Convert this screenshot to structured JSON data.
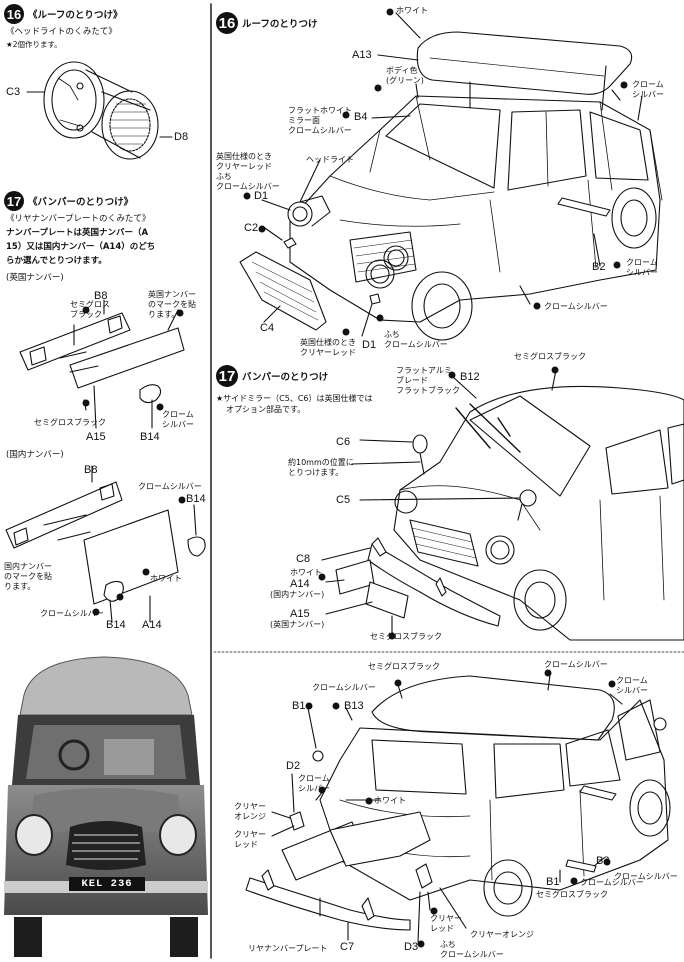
{
  "left_step16": {
    "number": "16",
    "title": "《ルーフのとりつけ》",
    "subtitle": "《ヘッドライトのくみたて》",
    "note": "★2個作ります。",
    "parts": {
      "c3": "C3",
      "d8": "D8"
    }
  },
  "left_step17": {
    "number": "17",
    "title": "《バンパーのとりつけ》",
    "subtitle": "《リヤナンバープレートのくみたて》",
    "note_lines": [
      "ナンバープレートは英国ナンバー（A",
      "15）又は国内ナンバー（A14）のどち",
      "らか選んでとりつけます。"
    ],
    "uk_heading": "(英国ナンバー)",
    "uk_labels": {
      "b8": "B8",
      "semigloss_black_top": "セミグロス\nブラック",
      "uk_mark": "英国ナンバー\nのマークを貼\nります。",
      "semigloss_black_bottom": "セミグロスブラック",
      "a15": "A15",
      "chrome_silver": "クローム\nシルバー",
      "b14": "B14"
    },
    "jp_heading": "(国内ナンバー)",
    "jp_labels": {
      "b8": "B8",
      "chrome_silver_top": "クロームシルバー",
      "b14_top": "B14",
      "jp_mark": "国内ナンバー\nのマークを貼\nります。",
      "white": "ホワイト",
      "chrome_silver_bottom": "クロームシルバー",
      "b14_bottom": "B14",
      "a14": "A14"
    }
  },
  "right_step16": {
    "number": "16",
    "title": "ルーフのとりつけ",
    "labels": {
      "white": "ホワイト",
      "a13": "A13",
      "body_color": "ボディ色\n(グリーン)",
      "chrome_silver_right": "クローム\nシルバー",
      "flat_white": "フラットホワイト\nミラー面\nクロームシルバー",
      "b4": "B4",
      "uk_spec": "英国仕様のとき\nクリヤーレッド\nふち\nクロームシルバー",
      "headlight": "ヘッドライト",
      "d1_top": "D1",
      "c2": "C2",
      "c4": "C4",
      "b2": "B2",
      "chrome_silver_b2": "クローム\nシルバー",
      "chrome_silver_bottom": "クロームシルバー",
      "uk_spec_clear_red": "英国仕様のとき\nクリヤーレッド",
      "d1_bottom": "D1",
      "rim_chrome": "ふち\nクロームシルバー"
    }
  },
  "right_step17": {
    "number": "17",
    "title": "バンパーのとりつけ",
    "note_lines": [
      "★サイドミラー（C5、C6）は英国仕様では",
      "オプション部品です。"
    ],
    "labels": {
      "semigloss_black_roof": "セミグロスブラック",
      "flat_aluminum": "フラットアルミ\nブレード\nフラットブラック",
      "b12": "B12",
      "c6": "C6",
      "approx_10mm": "約10mmの位置に\nとりつけます。",
      "c5": "C5",
      "c8": "C8",
      "white": "ホワイト",
      "a14": "A14",
      "jp_plate": "(国内ナンバー)",
      "a15": "A15",
      "uk_plate": "(英国ナンバー)",
      "semigloss_black_bottom": "セミグロスブラック"
    }
  },
  "rear_view": {
    "labels": {
      "semigloss_black_top": "セミグロスブラック",
      "chrome_silver_roof": "クロームシルバー",
      "chrome_silver_top_left": "クロームシルバー",
      "chrome_silver_right": "クローム\nシルバー",
      "b1_top": "B1",
      "b13": "B13",
      "d2": "D2",
      "chrome_silver_d2": "クローム\nシルバー",
      "white": "ホワイト",
      "clear_orange": "クリヤー\nオレンジ",
      "clear_red": "クリヤー\nレッド",
      "b3": "B3",
      "chrome_silver_b3": "クロームシルバー",
      "b1_bottom": "B1",
      "chrome_silver_b1": "クロームシルバー",
      "semigloss_black_b1": "セミグロスブラック",
      "rear_plate": "リヤナンバープレート",
      "c7": "C7",
      "d3": "D3",
      "clear_red_d3": "クリヤー\nレッド",
      "clear_orange_d3": "クリヤーオレンジ",
      "rim_chrome": "ふち\nクロームシルバー"
    }
  },
  "photo": {
    "plate_text": "KEL 236"
  }
}
